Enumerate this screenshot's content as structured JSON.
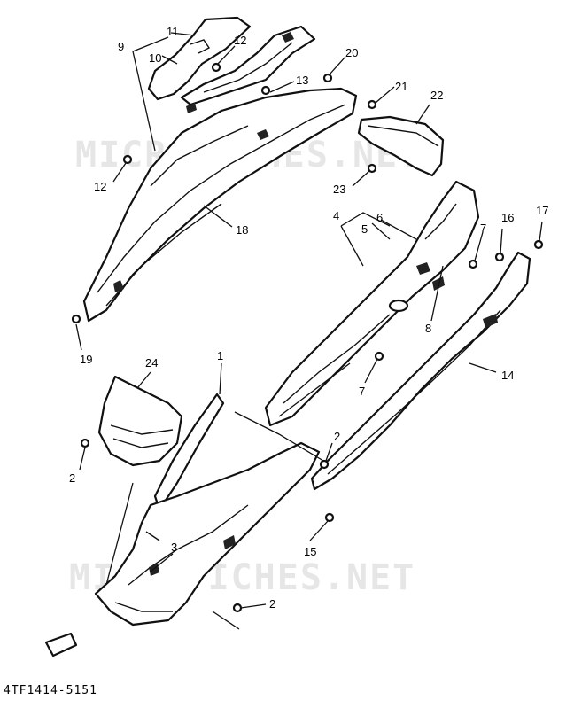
{
  "diagram": {
    "drawing_code": "4TF1414-5151",
    "watermark": "MICROFICHES.NET",
    "callouts": {
      "p1": "1",
      "p2a": "2",
      "p2b": "2",
      "p2c": "2",
      "p3": "3",
      "p4": "4",
      "p5": "5",
      "p6": "6",
      "p7a": "7",
      "p7b": "7",
      "p8": "8",
      "p9": "9",
      "p10": "10",
      "p11": "11",
      "p12a": "12",
      "p12b": "12",
      "p13": "13",
      "p14": "14",
      "p15": "15",
      "p16": "16",
      "p17": "17",
      "p18": "18",
      "p19": "19",
      "p20": "20",
      "p21": "21",
      "p22": "22",
      "p23": "23",
      "p24": "24"
    }
  }
}
